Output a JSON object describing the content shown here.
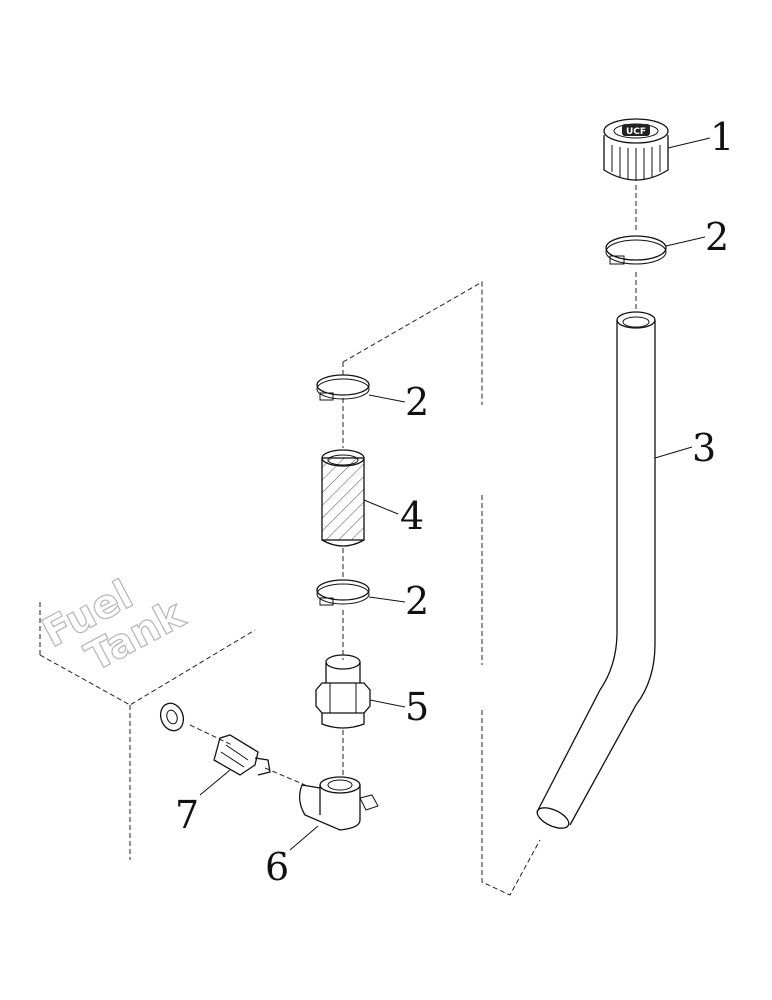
{
  "diagram": {
    "tank_label_line1": "Fuel",
    "tank_label_line2": "Tank",
    "cap_logo": "UCF",
    "callouts": [
      "1",
      "2",
      "2",
      "2",
      "3",
      "4",
      "5",
      "6",
      "7"
    ]
  },
  "colors": {
    "line": "#111111",
    "tank_lettering": "#b5b5b5",
    "background": "#ffffff"
  }
}
